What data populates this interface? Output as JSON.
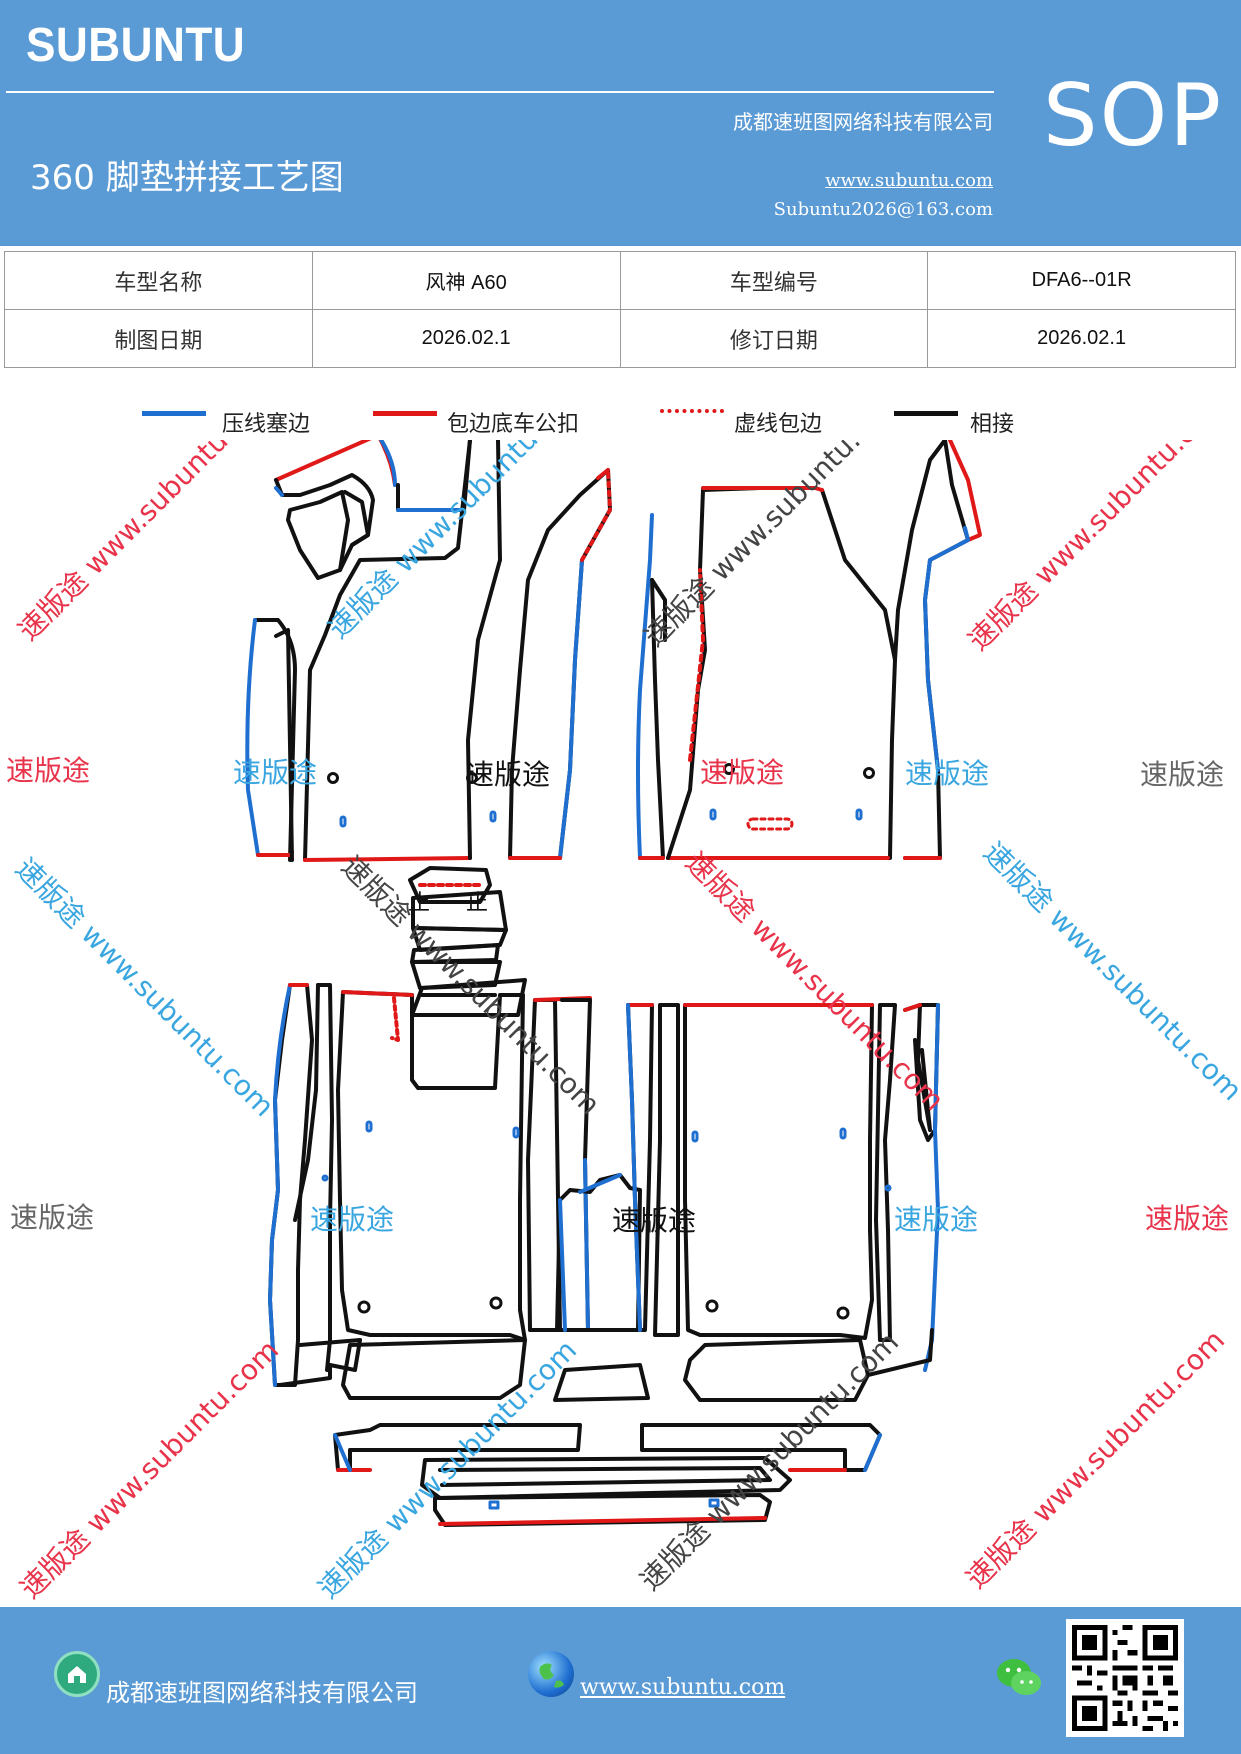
{
  "header": {
    "brand": "SUBUNTU",
    "sop": "SOP",
    "company": "成都速班图网络科技有限公司",
    "title": "360 脚垫拼接工艺图",
    "website": "www.subuntu.com",
    "email": "Subuntu2026@163.com"
  },
  "info_table": {
    "model_name_label": "车型名称",
    "model_name_value": "风神 A60",
    "model_code_label": "车型编号",
    "model_code_value": "DFA6--01R",
    "draw_date_label": "制图日期",
    "draw_date_value": "2026.02.1",
    "revise_date_label": "修订日期",
    "revise_date_value": "2026.02.1"
  },
  "legend": [
    {
      "label": "压线塞边",
      "color": "#1f6fd1",
      "style": "solid"
    },
    {
      "label": "包边底车公扣",
      "color": "#e01818",
      "style": "solid"
    },
    {
      "label": "虚线包边",
      "color": "#e01818",
      "style": "dashed"
    },
    {
      "label": "相接",
      "color": "#111111",
      "style": "solid"
    }
  ],
  "watermarks": {
    "brand": "速版途",
    "diagonal": "速版途 www.subuntu.com",
    "center_mark": "止"
  },
  "footer": {
    "company": "成都速班图网络科技有限公司",
    "website": "www.subuntu.com"
  },
  "colors": {
    "header_bg": "#5b9bd5",
    "blue_edge": "#1f6fd1",
    "red_edge": "#e01818",
    "black_edge": "#111111",
    "wm_red": "#e8334a",
    "wm_blue": "#3aa6e0",
    "wm_gray": "#666666"
  },
  "icons": [
    "home-icon",
    "globe-icon",
    "wechat-icon",
    "qr-code"
  ]
}
